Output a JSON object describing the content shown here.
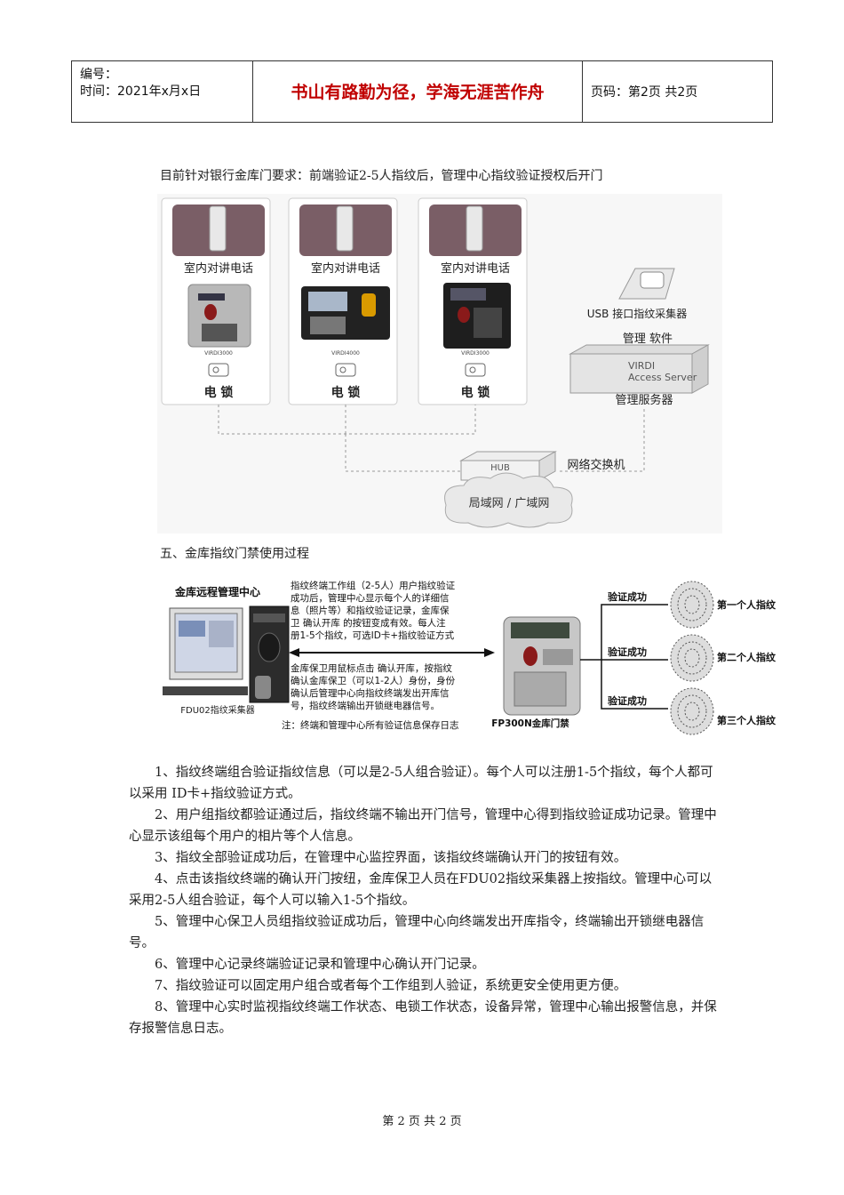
{
  "header": {
    "number_label": "编号：",
    "time_label": "时间：2021年x月x日",
    "motto": "书山有路勤为径，学海无涯苦作舟",
    "page_label": "页码：第2页 共2页"
  },
  "intro": "目前针对银行金库门要求：前端验证2-5人指纹后，管理中心指纹验证授权后开门",
  "diagram1": {
    "phone_label": "室内对讲电话",
    "reader_models": [
      "VIRDI3000",
      "VIRDI4000",
      "VIRDI3000"
    ],
    "lock_label": "电  锁",
    "usb_label": "USB 接口指纹采集器",
    "software_label": "管理  软件",
    "server_brand": "VIRDI",
    "server_name": "Access Server",
    "server_label": "管理服务器",
    "hub_label": "HUB",
    "switch_label": "网络交换机",
    "network_label": "局域网 / 广域网"
  },
  "section_title": "五、金库指纹门禁使用过程",
  "diagram2": {
    "center_label": "金库远程管理中心",
    "collector_label": "FDU02指纹采集器",
    "upper_text": [
      "指纹终端工作组（2-5人）用户指纹验证",
      "成功后，管理中心显示每个人的详细信",
      "息（照片等）和指纹验证记录，金库保",
      "卫  确认开库 的按钮变成有效。每人注",
      "册1-5个指纹，可选ID卡+指纹验证方式"
    ],
    "lower_text": [
      "金库保卫用鼠标点击  确认开库，按指纹",
      "确认金库保卫（可以1-2人）身份，身份",
      "确认后管理中心向指纹终端发出开库信",
      "号，指纹终端输出开锁继电器信号。"
    ],
    "note": "注：终端和管理中心所有验证信息保存日志",
    "device_label": "FP300N金库门禁",
    "success_label": "验证成功",
    "fingers": [
      "第一个人指纹",
      "第二个人指纹",
      "第三个人指纹"
    ]
  },
  "steps": [
    "1、指纹终端组合验证指纹信息（可以是2-5人组合验证）。每个人可以注册1-5个指纹，每个人都可以采用 ID卡+指纹验证方式。",
    "2、用户组指纹都验证通过后，指纹终端不输出开门信号，管理中心得到指纹验证成功记录。管理中心显示该组每个用户的相片等个人信息。",
    "3、指纹全部验证成功后，在管理中心监控界面，该指纹终端确认开门的按钮有效。",
    "4、点击该指纹终端的确认开门按纽，金库保卫人员在FDU02指纹采集器上按指纹。管理中心可以采用2-5人组合验证，每个人可以输入1-5个指纹。",
    "5、管理中心保卫人员组指纹验证成功后，管理中心向终端发出开库指令，终端输出开锁继电器信号。",
    "6、管理中心记录终端验证记录和管理中心确认开门记录。",
    "7、指纹验证可以固定用户组合或者每个工作组到人验证，系统更安全使用更方便。",
    "8、管理中心实时监视指纹终端工作状态、电锁工作状态，设备异常，管理中心输出报警信息，并保存报警信息日志。"
  ],
  "footer": "第 2 页 共 2 页"
}
